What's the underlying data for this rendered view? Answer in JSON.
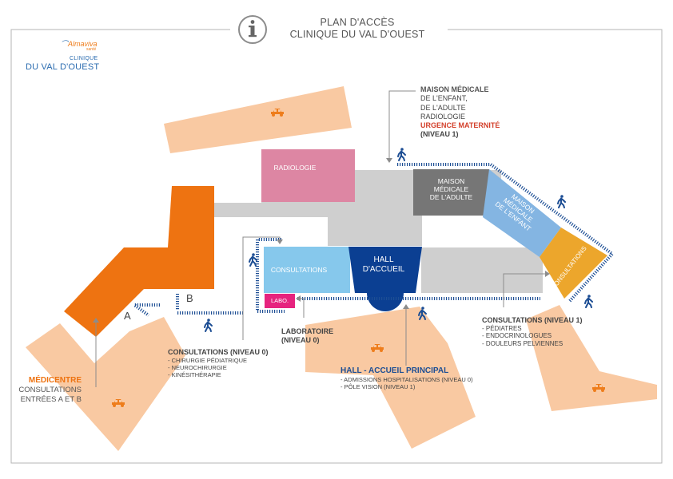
{
  "header": {
    "title_line1": "PLAN D'ACCÈS",
    "title_line2": "CLINIQUE DU VAL D'OUEST",
    "info_icon": "info-circle-icon"
  },
  "logo": {
    "brand": "Almaviva",
    "brand_sub": "santé",
    "line1": "CLINIQUE",
    "line2": "DU VAL D'OUEST"
  },
  "buildings": {
    "radiologie": "RADIOLOGIE",
    "maison_adulte": [
      "MAISON",
      "MÉDICALE",
      "DE L'ADULTE"
    ],
    "maison_enfant": [
      "MAISON",
      "MÉDICALE",
      "DE L'ENFANT"
    ],
    "consultations_right": "CONSULTATIONS",
    "consultations_left": "CONSULTATIONS",
    "hall": [
      "HALL",
      "D'ACCUEIL"
    ],
    "labo": "LABO."
  },
  "entrances": {
    "a": "A",
    "b": "B"
  },
  "callouts": {
    "maison": {
      "title": "MAISON MÉDICALE",
      "lines": [
        "DE L'ENFANT,",
        "DE L'ADULTE",
        "RADIOLOGIE"
      ],
      "urgence": "URGENCE MATERNITÉ",
      "niveau": "(NIVEAU 1)"
    },
    "laboratoire": {
      "line1": "LABORATOIRE",
      "line2": "(NIVEAU 0)"
    },
    "consult0": {
      "title": "CONSULTATIONS (NIVEAU 0)",
      "items": [
        "- CHIRURGIE PÉDIATRIQUE",
        "- NEUROCHIRURGIE",
        "- KINÉSITHÉRAPIE"
      ]
    },
    "consult1": {
      "title": "CONSULTATIONS (NIVEAU 1)",
      "items": [
        "- PÉDIATRES",
        "- ENDOCRINOLOGUES",
        "- DOULEURS PELVIENNES"
      ]
    },
    "hall": {
      "title": "HALL - ACCUEIL PRINCIPAL",
      "items": [
        "- ADMISSIONS HOSPITALISATIONS (NIVEAU 0)",
        "- PÔLE VISION (NIVEAU 1)"
      ]
    },
    "medicentre": {
      "title": "MÉDICENTRE",
      "line1": "CONSULTATIONS",
      "line2": "ENTRÉES A ET B"
    }
  },
  "colors": {
    "parking": "#f9c9a2",
    "grey": "#cfcfcf",
    "radiologie": "#dd86a3",
    "maison_adulte": "#767676",
    "maison_enfant": "#84b5e2",
    "consultations_right": "#eca62c",
    "consultations_left": "#86c8ec",
    "hall": "#0b3f92",
    "labo": "#e6237e",
    "medicentre": "#ee7311",
    "walk": "#1d4e94",
    "car": "#ee7d1c",
    "urgence": "#d33f2a",
    "hall_title": "#1d4e94",
    "medicentre_title": "#ee7311"
  },
  "icons": {
    "parking": "car-icon",
    "pedestrian": "pedestrian-icon"
  }
}
